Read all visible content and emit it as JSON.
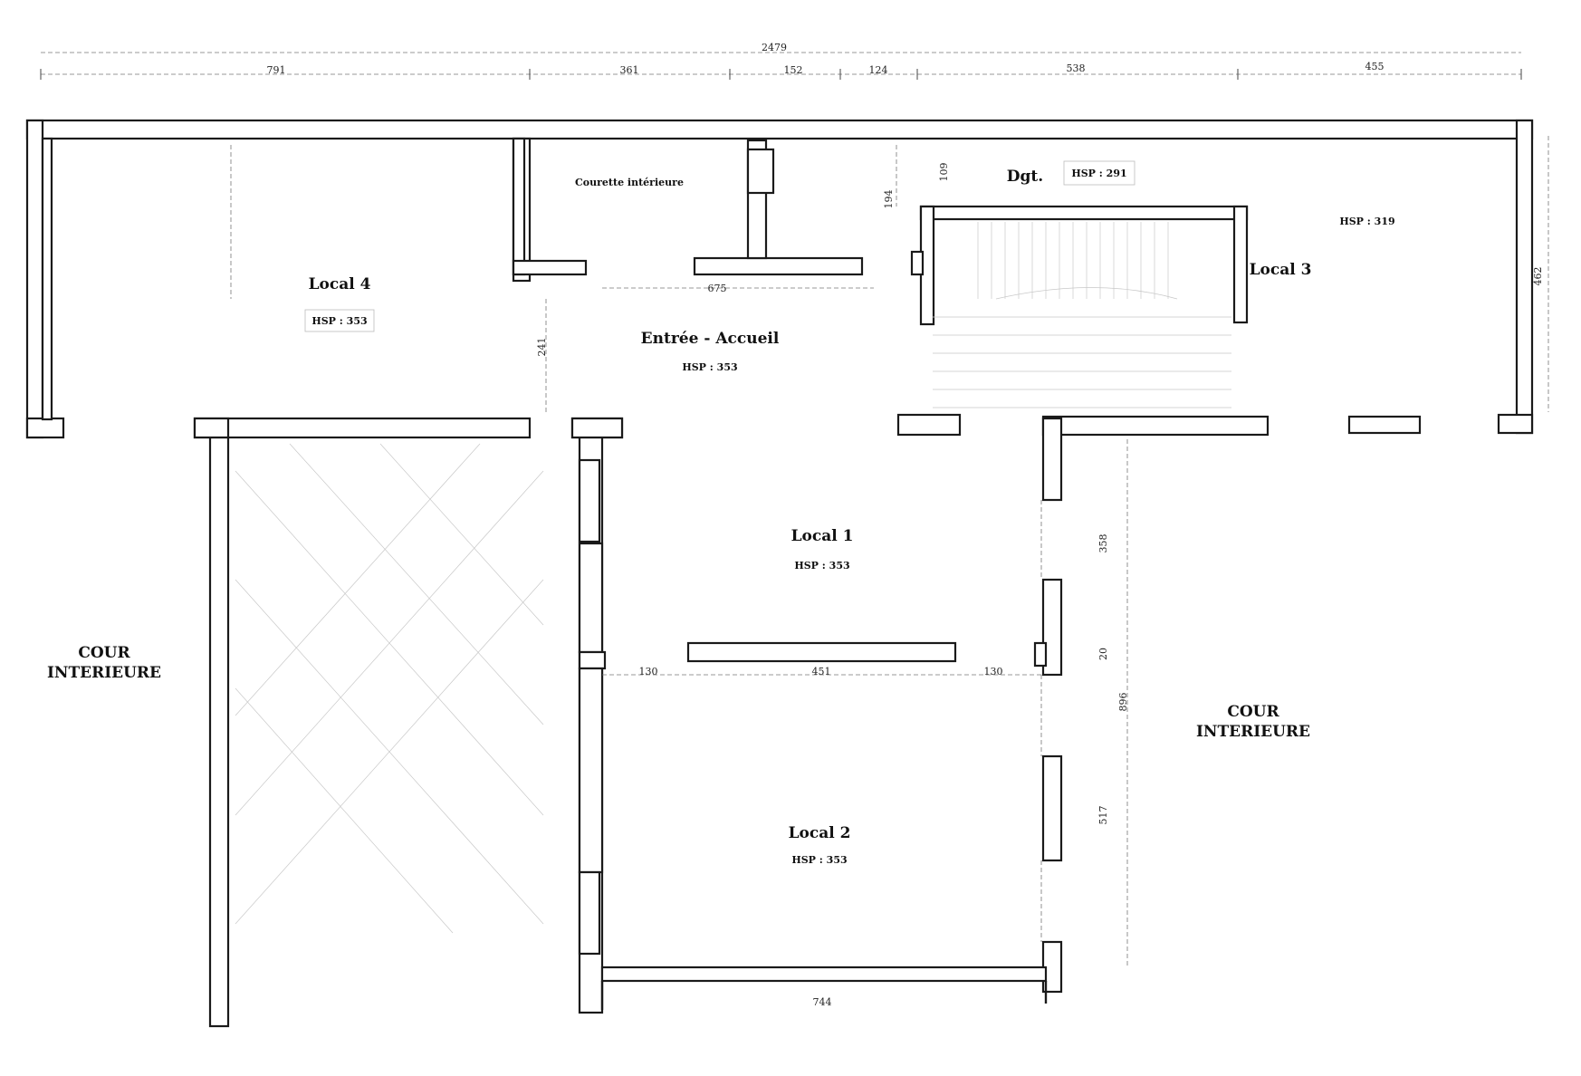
{
  "rooms": {
    "local4": {
      "name": "Local 4",
      "hsp": "HSP : 353"
    },
    "entree": {
      "name": "Entrée - Accueil",
      "hsp": "HSP : 353"
    },
    "courette": {
      "name": "Courette intérieure"
    },
    "dgt": {
      "name": "Dgt.",
      "hsp": "HSP : 291"
    },
    "local3": {
      "name": "Local 3",
      "hsp": "HSP : 319"
    },
    "local1": {
      "name": "Local 1",
      "hsp": "HSP : 353"
    },
    "local2": {
      "name": "Local 2",
      "hsp": "HSP : 353"
    }
  },
  "courtyards": {
    "left": {
      "line1": "COUR",
      "line2": "INTERIEURE"
    },
    "right": {
      "line1": "COUR",
      "line2": "INTERIEURE"
    }
  },
  "dimensions": {
    "total_width": "2479",
    "seg_791": "791",
    "seg_361": "361",
    "seg_152": "152",
    "seg_124": "124",
    "seg_538": "538",
    "seg_455": "455",
    "height_462": "462",
    "dgt_109": "109",
    "dgt_194": "194",
    "entree_675": "675",
    "entree_241": "241",
    "local1_358": "358",
    "partition_20": "20",
    "total_896": "896",
    "local2_517": "517",
    "left_130": "130",
    "partition_451": "451",
    "right_130": "130",
    "bottom_744": "744"
  }
}
